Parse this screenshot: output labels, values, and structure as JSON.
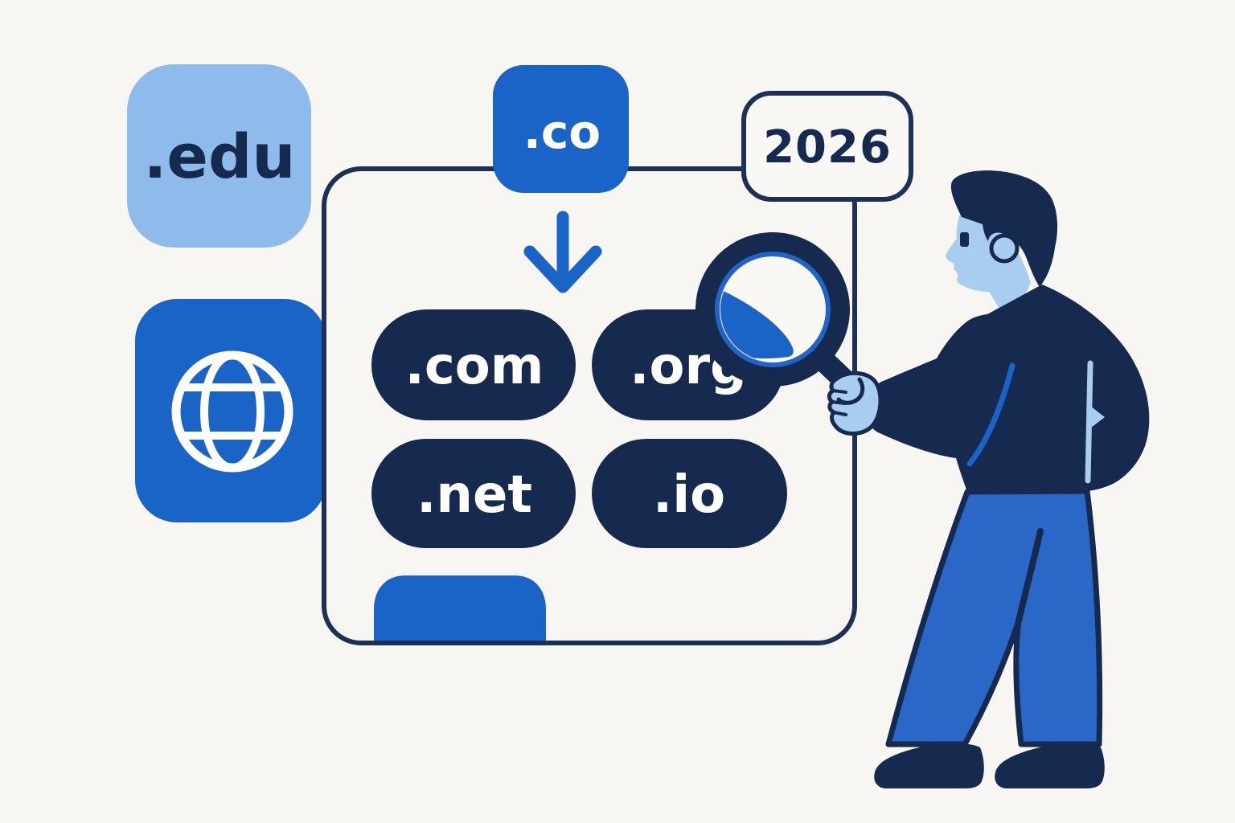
{
  "scene": {
    "description": "Flat illustration: person with magnifying glass inspecting domain extensions",
    "year_badge": "2026",
    "edu_tile_label": ".edu",
    "co_tile_label": ".co",
    "pills": [
      {
        "label": ".com"
      },
      {
        "label": ".org"
      },
      {
        "label": ".net"
      },
      {
        "label": ".io"
      }
    ],
    "icons": {
      "globe": "globe-icon",
      "down_arrow": "down-arrow-icon",
      "magnifier": "magnifying-glass-icon"
    },
    "colors": {
      "background": "#f8f6f2",
      "navy": "#16294e",
      "card_border": "#1d3057",
      "medium_blue": "#1a63c7",
      "rim_blue": "#2263c8",
      "pants_blue": "#2b67c7",
      "light_blue": "#8fbbec",
      "skin_blue": "#a9cdee",
      "badge_fill": "#faf8f4",
      "white": "#ffffff"
    }
  }
}
